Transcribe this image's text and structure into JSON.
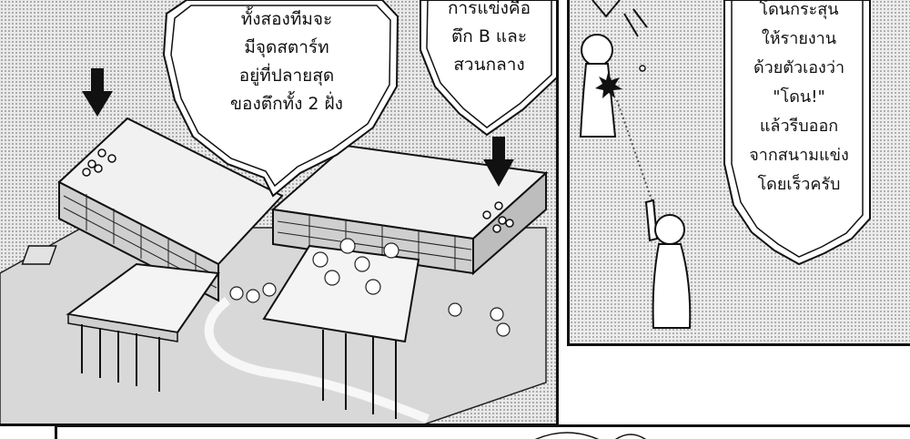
{
  "speech_bubbles": {
    "start_point": {
      "lines": [
        "ทั้งสองทีมจะ",
        "มีจุดสตาร์ท",
        "อยู่ที่ปลายสุด",
        "ของตึกทั้ง 2 ฝั่ง"
      ]
    },
    "battlefield": {
      "lines": [
        "การแข่งคือ",
        "ตึก B และ",
        "สวนกลาง"
      ]
    },
    "hit_rule": {
      "lines": [
        "โดนกระสุน",
        "ให้รายงาน",
        "ด้วยตัวเองว่า",
        "\"โดน!\"",
        "แล้วรีบออก",
        "จากสนามแข่ง",
        "โดยเร็วครับ"
      ]
    }
  },
  "colors": {
    "ink": "#111111",
    "screentone": "#e9e9e9",
    "paper": "#ffffff"
  },
  "icons": [
    "down-arrow-icon",
    "impact-burst-icon"
  ]
}
